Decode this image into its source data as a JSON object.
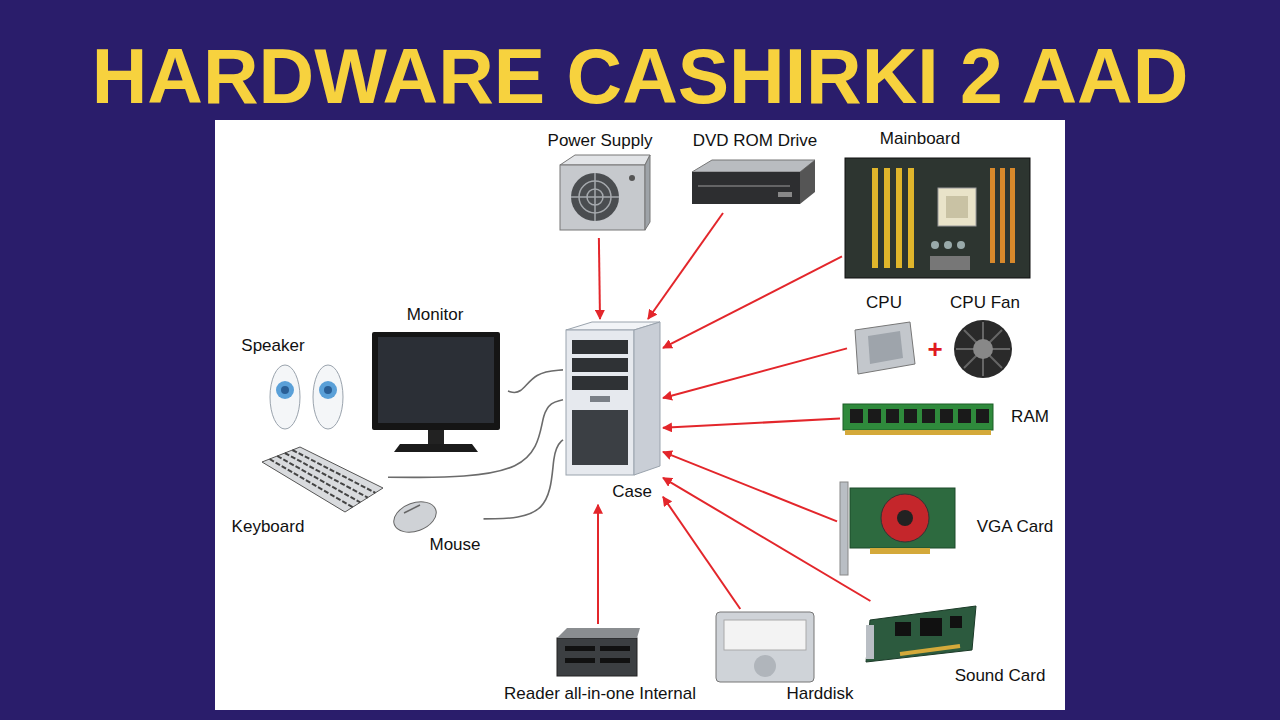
{
  "diagram": {
    "title": "HARDWARE CASHIRKI 2 AAD",
    "nodes": [
      {
        "text": [
          "Power Supply"
        ]
      },
      {
        "text": [
          "DVD ROM Drive"
        ]
      },
      {
        "text": [
          "Mainboard"
        ]
      },
      {
        "text": [
          "Monitor"
        ]
      },
      {
        "text": [
          "Speaker"
        ]
      },
      {
        "text": [
          "Case"
        ]
      },
      {
        "text": [
          "CPU"
        ]
      },
      {
        "text": [
          "CPU Fan"
        ]
      },
      {
        "text": [
          "RAM"
        ]
      },
      {
        "text": [
          "Keyboard"
        ]
      },
      {
        "text": [
          "Mouse"
        ]
      },
      {
        "text": [
          "VGA Card"
        ]
      },
      {
        "text": [
          "Reader all-in-one Internal"
        ]
      },
      {
        "text": [
          "Harddisk"
        ]
      },
      {
        "text": [
          "Sound Card"
        ]
      }
    ],
    "edges": [
      {
        "from": 0,
        "to": 5,
        "arrow": "to"
      },
      {
        "from": 1,
        "to": 5,
        "arrow": "to"
      },
      {
        "from": 2,
        "to": 5,
        "arrow": "to"
      },
      {
        "from": 6,
        "to": 5,
        "arrow": "to"
      },
      {
        "from": 8,
        "to": 5,
        "arrow": "to"
      },
      {
        "from": 11,
        "to": 5,
        "arrow": "to"
      },
      {
        "from": 12,
        "to": 5,
        "arrow": "to"
      },
      {
        "from": 13,
        "to": 5,
        "arrow": "to"
      },
      {
        "from": 14,
        "to": 5,
        "arrow": "to"
      },
      {
        "from": 5,
        "to": 3,
        "arrow": "none"
      },
      {
        "from": 5,
        "to": 9,
        "arrow": "none"
      },
      {
        "from": 5,
        "to": 10,
        "arrow": "none"
      }
    ],
    "labels": [
      "+"
    ]
  }
}
